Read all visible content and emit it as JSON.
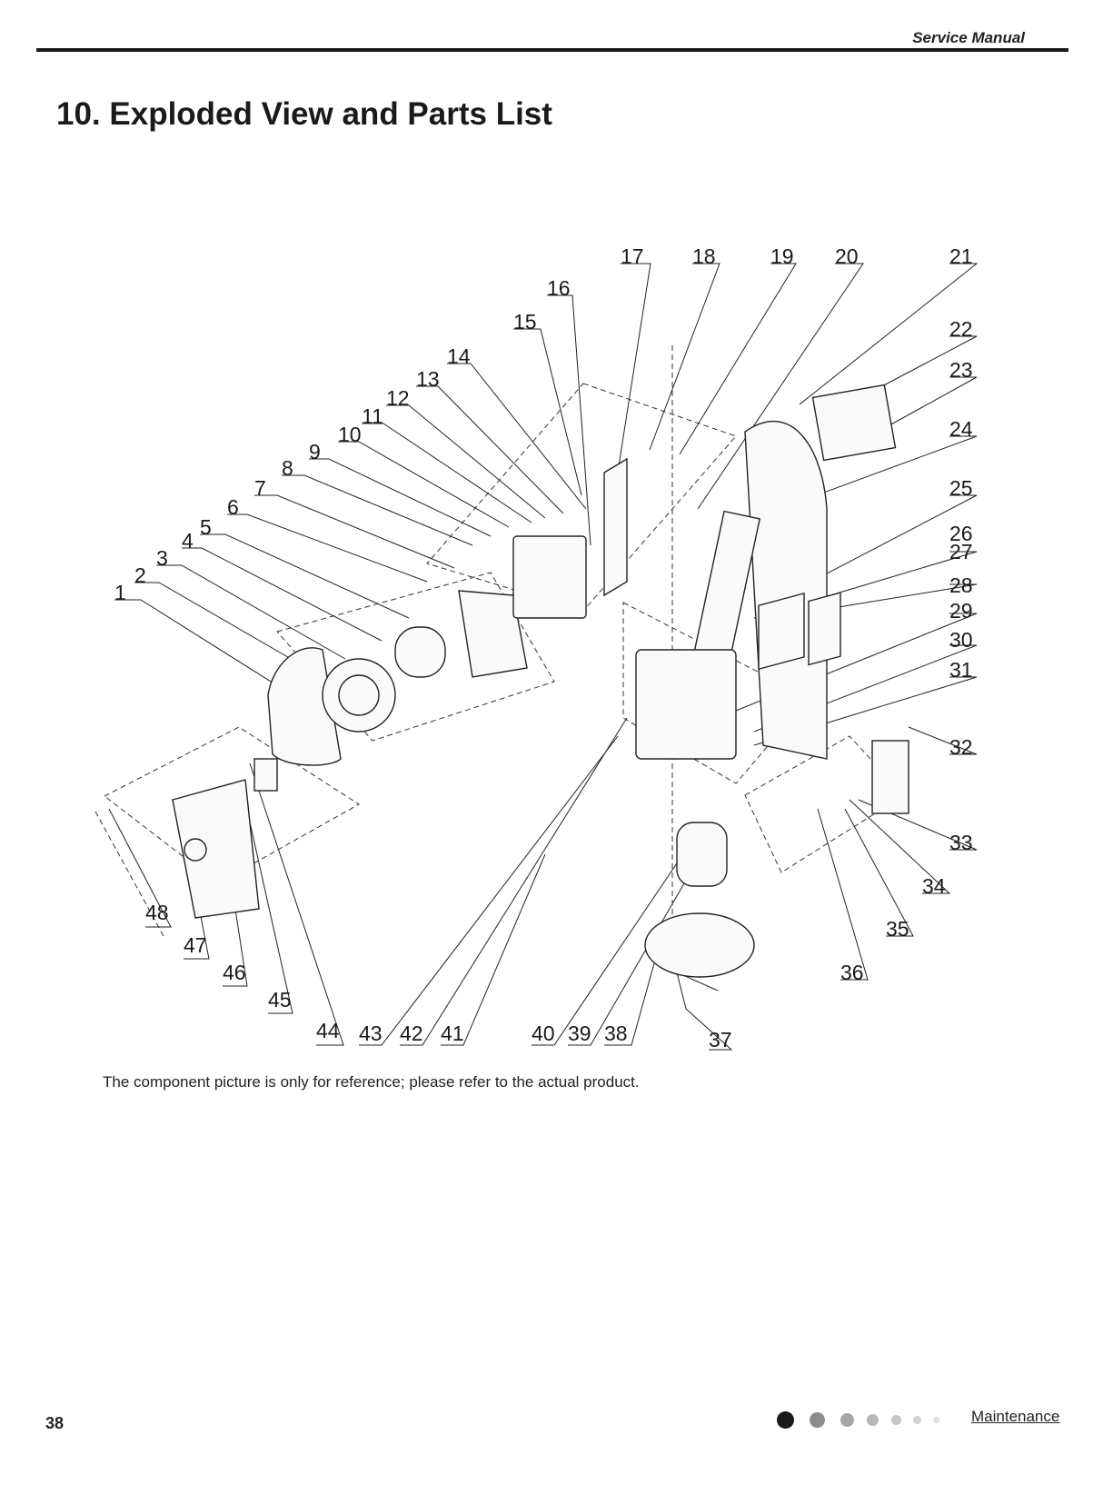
{
  "header": {
    "label": "Service Manual"
  },
  "title": "10. Exploded View and Parts List",
  "diagram": {
    "callouts": [
      "1",
      "2",
      "3",
      "4",
      "5",
      "6",
      "7",
      "8",
      "9",
      "10",
      "11",
      "12",
      "13",
      "14",
      "15",
      "16",
      "17",
      "18",
      "19",
      "20",
      "21",
      "22",
      "23",
      "24",
      "25",
      "26",
      "27",
      "28",
      "29",
      "30",
      "31",
      "32",
      "33",
      "34",
      "35",
      "36",
      "37",
      "38",
      "39",
      "40",
      "41",
      "42",
      "43",
      "44",
      "45",
      "46",
      "47",
      "48"
    ]
  },
  "caption": "The component picture is only for reference; please refer to the actual product.",
  "footer": {
    "page_number": "38",
    "section": "Maintenance"
  },
  "colors": {
    "ink": "#1a1a1a",
    "dot_dark": "#1a1a1a",
    "dot_mid": "#8c8c8c",
    "dot_light": "#d6d6d6"
  }
}
